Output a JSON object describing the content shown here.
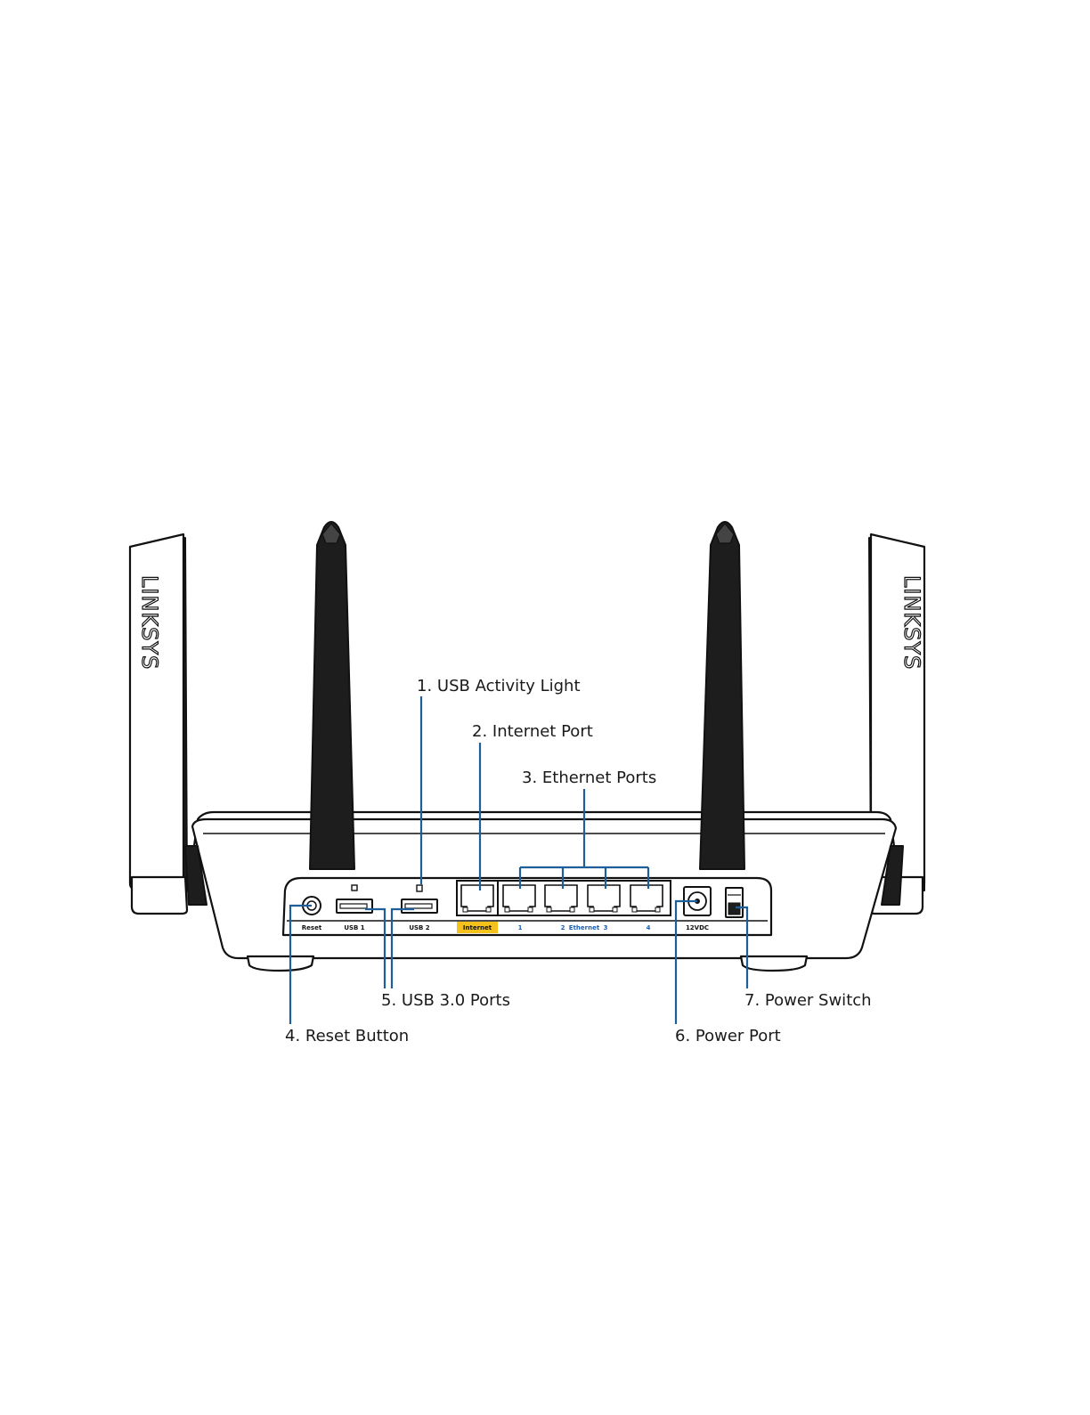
{
  "callouts": {
    "usb_activity_light": "1. USB Activity Light",
    "internet_port": "2. Internet Port",
    "ethernet_ports": "3. Ethernet Ports",
    "reset_button": "4. Reset Button",
    "usb_ports": "5. USB 3.0 Ports",
    "power_port": "6. Power Port",
    "power_switch": "7. Power Switch"
  },
  "device_labels": {
    "reset": "Reset",
    "usb1": "USB 1",
    "usb2": "USB 2",
    "internet": "Internet",
    "eth1": "1",
    "eth2": "2",
    "ethernet": "Ethernet",
    "eth3": "3",
    "eth4": "4",
    "power": "12VDC"
  },
  "brand": "LINKSYS",
  "colors": {
    "leader_line": "#1f5f99",
    "internet_label_highlight": "#f5c21b",
    "ethernet_label_text": "#1a5fb4"
  }
}
